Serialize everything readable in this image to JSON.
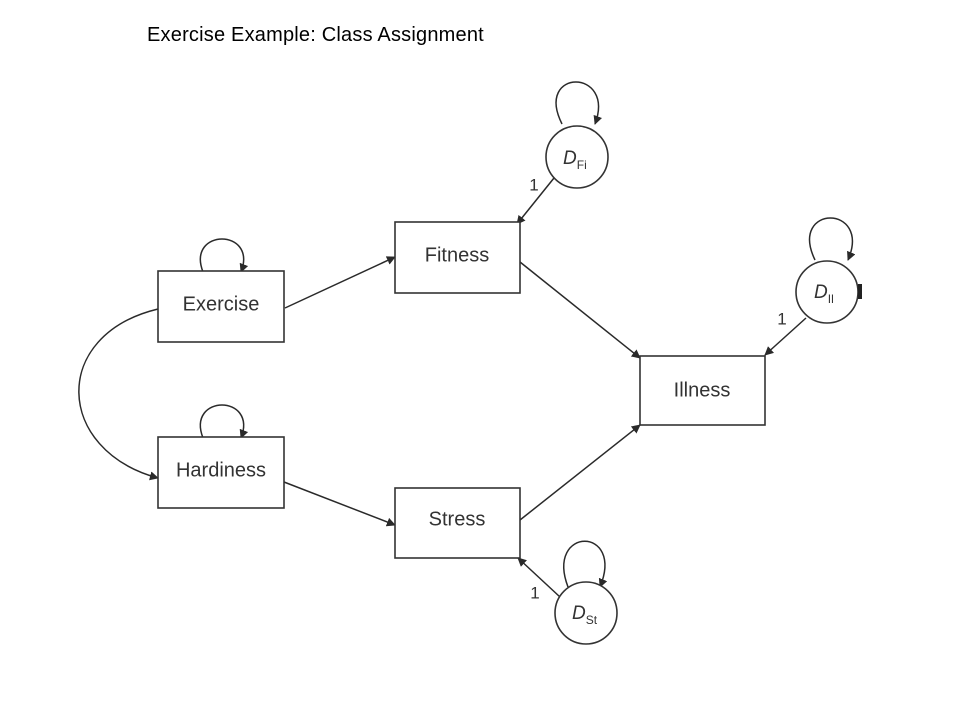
{
  "slide": {
    "title": "Exercise Example: Class Assignment"
  },
  "nodes": {
    "exercise": "Exercise",
    "hardiness": "Hardiness",
    "fitness": "Fitness",
    "stress": "Stress",
    "illness": "Illness"
  },
  "disturbances": {
    "fitness": {
      "main": "D",
      "sub": "Fi"
    },
    "illness": {
      "main": "D",
      "sub": "Il"
    },
    "stress": {
      "main": "D",
      "sub": "St"
    }
  },
  "path_labels": {
    "fitness": "1",
    "illness": "1",
    "stress": "1"
  }
}
